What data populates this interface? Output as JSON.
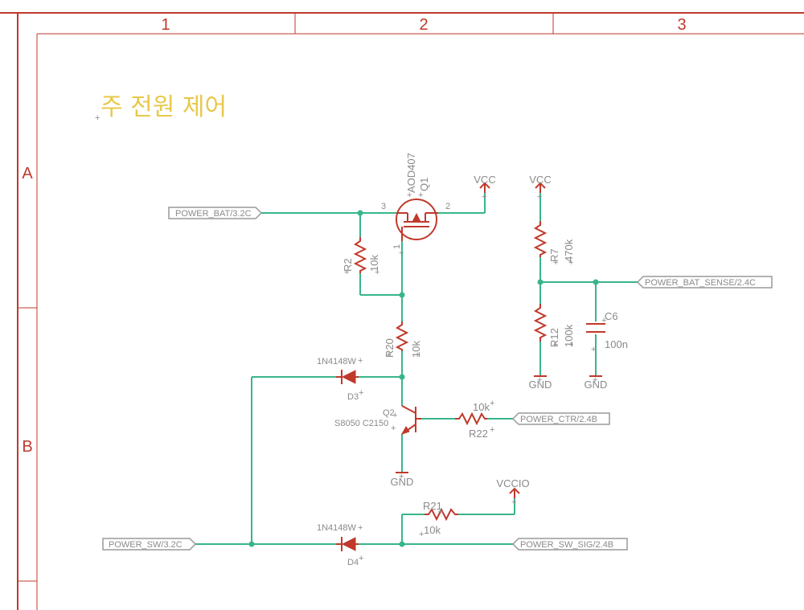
{
  "frame": {
    "columns": [
      "1",
      "2",
      "3"
    ],
    "rows": [
      "A",
      "B"
    ]
  },
  "title": "주 전원 제어",
  "ports": {
    "power_bat": "POWER_BAT/3.2C",
    "power_bat_sense": "POWER_BAT_SENSE/2.4C",
    "power_ctr": "POWER_CTR/2.4B",
    "power_sw": "POWER_SW/3.2C",
    "power_sw_sig": "POWER_SW_SIG/2.4B"
  },
  "supplies": {
    "vcc1": "VCC",
    "vcc2": "VCC",
    "vccio": "VCCIO",
    "gnd1": "GND",
    "gnd2": "GND",
    "gnd3": "GND"
  },
  "components": {
    "q1": {
      "name": "Q1",
      "value": "AOD407",
      "pin1": "1",
      "pin2": "2",
      "pin3": "3"
    },
    "r2": {
      "name": "R2",
      "value": "10k"
    },
    "r20": {
      "name": "R20",
      "value": "10k"
    },
    "r7": {
      "name": "R7",
      "value": "470k"
    },
    "r12": {
      "name": "R12",
      "value": "100k"
    },
    "c6": {
      "name": "C6",
      "value": "100n"
    },
    "d3": {
      "name": "D3",
      "value": "1N4148W"
    },
    "d4": {
      "name": "D4",
      "value": "1N4148W"
    },
    "q2": {
      "name": "Q2",
      "value": "S8050 C2150"
    },
    "r22": {
      "name": "R22",
      "value": "10k"
    },
    "r21": {
      "name": "R21",
      "value": "10k"
    }
  },
  "colors": {
    "frame": "#c0392b",
    "wire": "#38b58a",
    "title": "#e8c84a",
    "label": "#8a8a8a"
  }
}
